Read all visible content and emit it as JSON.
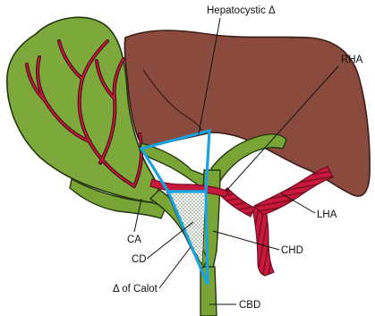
{
  "labels": {
    "hepatocystic": "Hepatocystic Δ",
    "rha": "RHA",
    "lha": "LHA",
    "chd": "CHD",
    "cbd": "CBD",
    "ca": "CA",
    "cd": "CD",
    "calot": "Δ of Calot"
  },
  "colors": {
    "liver": "#8b4a3e",
    "liver_edge": "#3b1d16",
    "gallbladder": "#7da83c",
    "gallbladder_edge": "#24380f",
    "duct": "#78a536",
    "artery": "#c8193c",
    "artery_dark": "#6e0d1e",
    "triangle": "#1aa3df"
  }
}
